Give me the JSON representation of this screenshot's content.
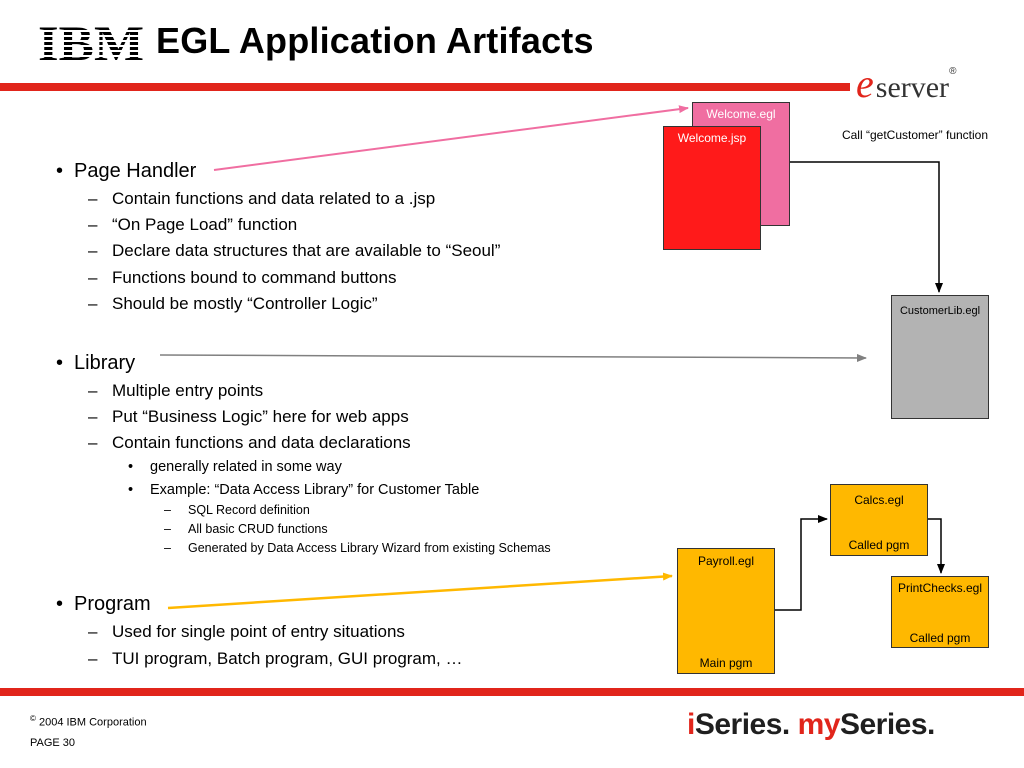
{
  "header": {
    "logo_text": "IBM",
    "title": "EGL Application Artifacts",
    "eserver_e": "e",
    "eserver_text": "server",
    "reg": "®"
  },
  "bullets": {
    "page_handler": {
      "label": "Page Handler",
      "items": [
        "Contain functions and data related to a .jsp",
        "“On Page Load” function",
        "Declare data structures that are available to “Seoul”",
        "Functions bound to command buttons",
        "Should be mostly “Controller Logic”"
      ]
    },
    "library": {
      "label": "Library",
      "items": [
        "Multiple entry points",
        "Put “Business Logic” here for web apps",
        "Contain functions and data declarations"
      ],
      "sub_items": [
        "generally related in some way",
        "Example: “Data Access Library” for Customer Table"
      ],
      "sub_sub_items": [
        "SQL Record definition",
        "All basic CRUD functions",
        "Generated by Data Access Library Wizard from existing Schemas"
      ]
    },
    "program": {
      "label": "Program",
      "items": [
        "Used for single point of entry situations",
        "TUI program, Batch program, GUI program, …"
      ]
    }
  },
  "diagram": {
    "welcome_egl": "Welcome.egl",
    "welcome_jsp": "Welcome.jsp",
    "call_note": "Call “getCustomer” function",
    "customerlib": "CustomerLib.egl",
    "calcs": {
      "label": "Calcs.egl",
      "sub": "Called pgm"
    },
    "printchecks": {
      "label": "PrintChecks.egl",
      "sub": "Called pgm"
    },
    "payroll": {
      "label": "Payroll.egl",
      "sub": "Main pgm"
    },
    "colors": {
      "page_handler_arrow": "#f06ea1",
      "library_arrow": "#808080",
      "program_arrow": "#ffb800",
      "accent_red": "#e1251b"
    }
  },
  "footer": {
    "copyright_symbol": "©",
    "copyright": "2004 IBM Corporation",
    "page": "PAGE 30",
    "brand_i": "i",
    "brand_series1": "Series.",
    "brand_my": "my",
    "brand_series2": "Series."
  }
}
